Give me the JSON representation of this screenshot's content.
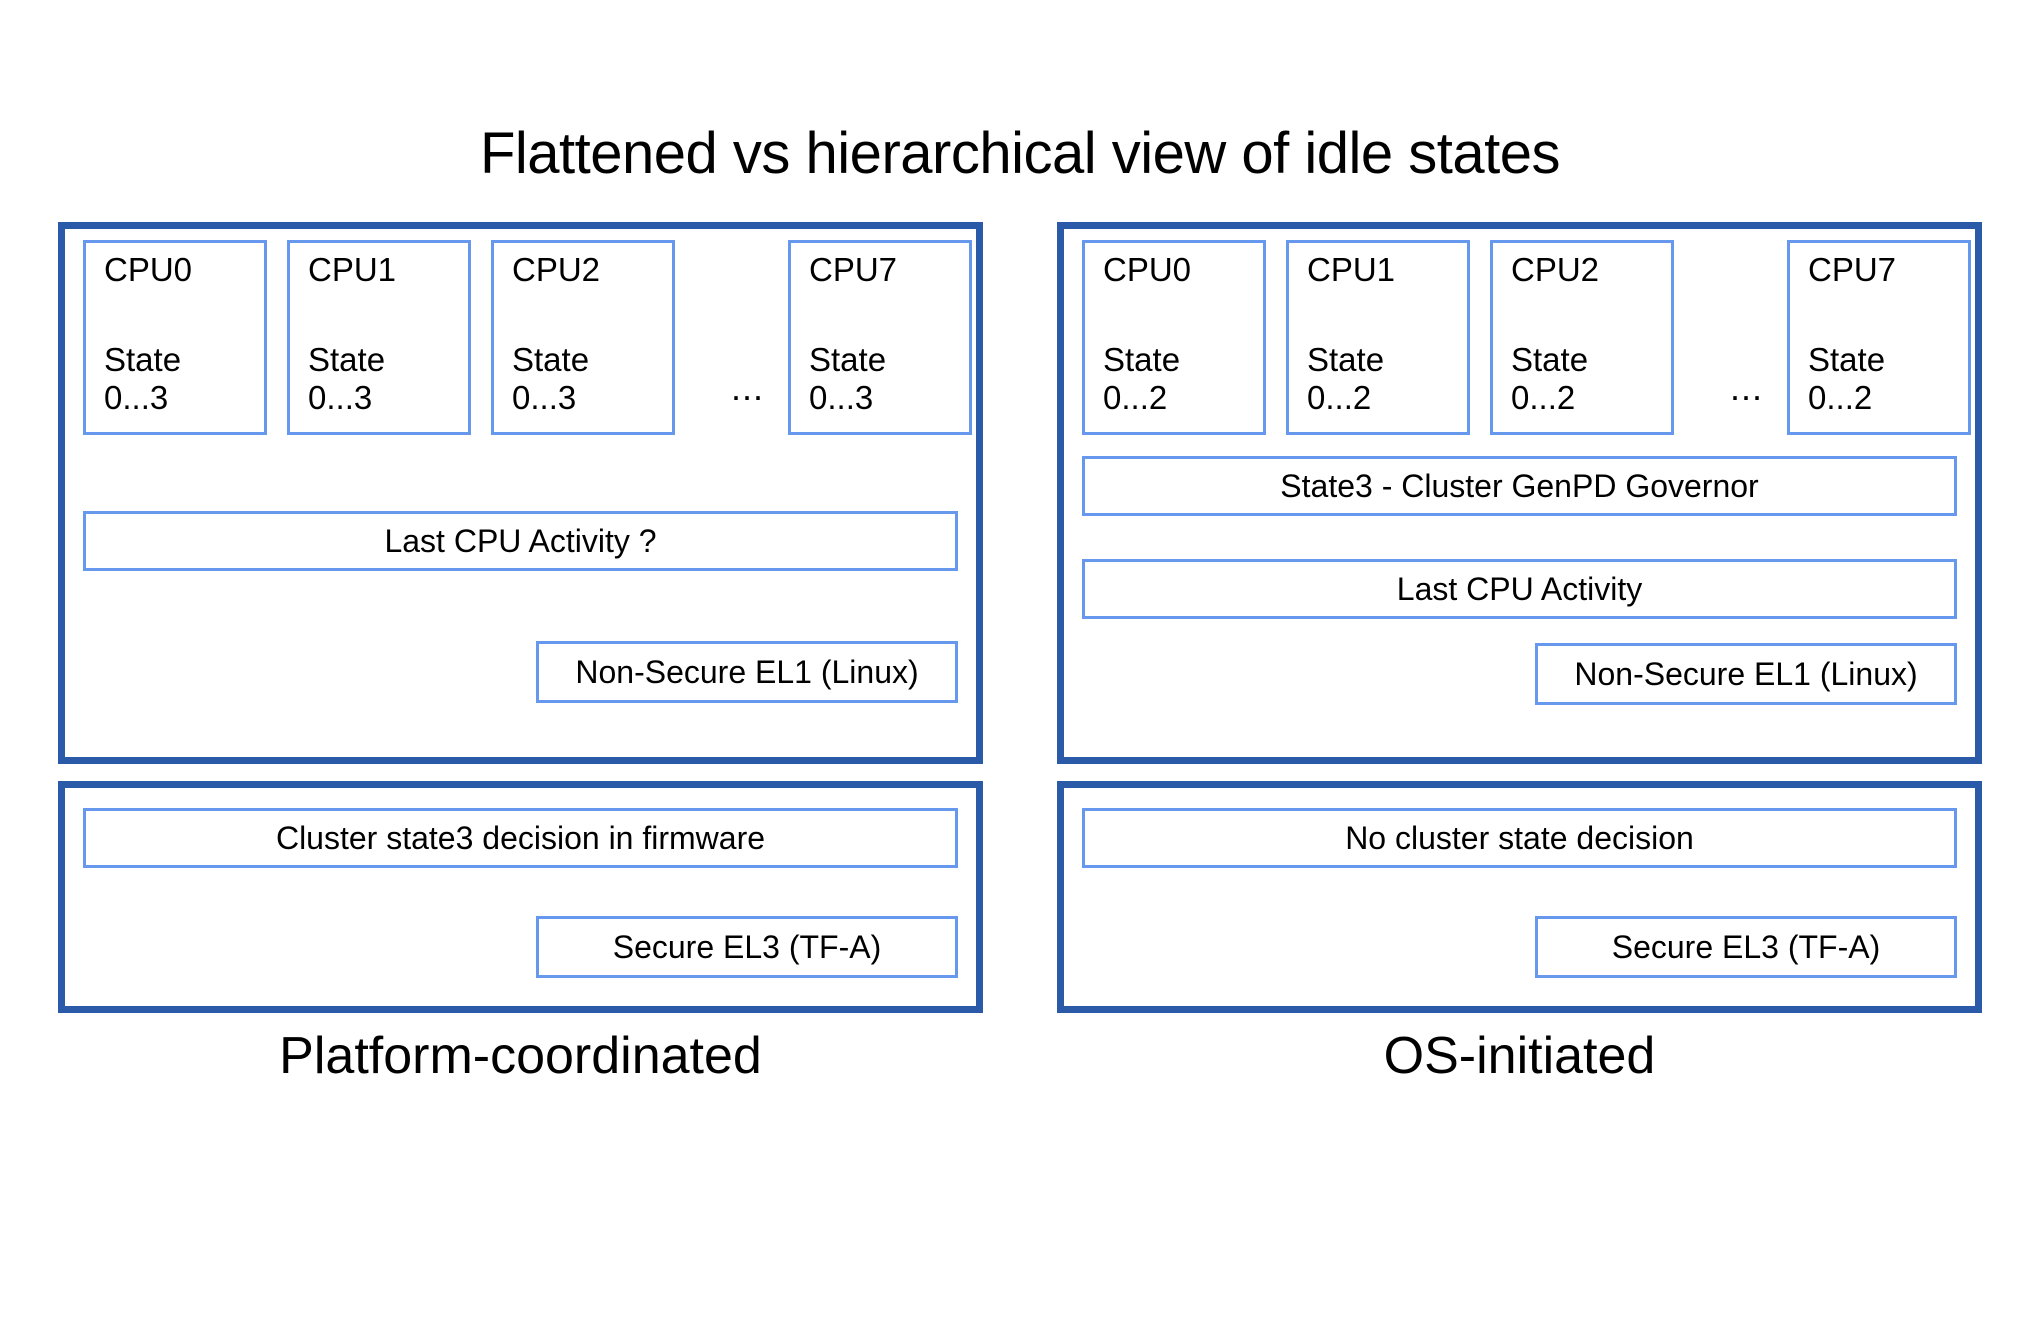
{
  "title": "Flattened vs hierarchical view of idle states",
  "panels": [
    {
      "id": "platform-coordinated",
      "caption": "Platform-coordinated",
      "cpus": [
        {
          "name": "CPU0",
          "state": "State\n0...3"
        },
        {
          "name": "CPU1",
          "state": "State\n0...3"
        },
        {
          "name": "CPU2",
          "state": "State\n0...3"
        },
        {
          "name": "CPU7",
          "state": "State\n0...3"
        }
      ],
      "ellipsis": "...",
      "bars": [
        {
          "id": "last-cpu-activity",
          "label": "Last CPU Activity ?"
        }
      ],
      "exception_level": "Non-Secure EL1 (Linux)",
      "firmware": {
        "decision": "Cluster state3 decision in firmware",
        "exception_level": "Secure EL3 (TF-A)"
      }
    },
    {
      "id": "os-initiated",
      "caption": "OS-initiated",
      "cpus": [
        {
          "name": "CPU0",
          "state": "State\n0...2"
        },
        {
          "name": "CPU1",
          "state": "State\n0...2"
        },
        {
          "name": "CPU2",
          "state": "State\n0...2"
        },
        {
          "name": "CPU7",
          "state": "State\n0...2"
        }
      ],
      "ellipsis": "...",
      "bars": [
        {
          "id": "cluster-genpd-governor",
          "label": "State3 - Cluster GenPD Governor"
        },
        {
          "id": "last-cpu-activity",
          "label": "Last CPU Activity"
        }
      ],
      "exception_level": "Non-Secure EL1 (Linux)",
      "firmware": {
        "decision": "No cluster state decision",
        "exception_level": "Secure EL3 (TF-A)"
      }
    }
  ],
  "colors": {
    "panel_border": "#2a5aa8",
    "box_border": "#6699ee",
    "background": "#ffffff",
    "text": "#000000"
  }
}
